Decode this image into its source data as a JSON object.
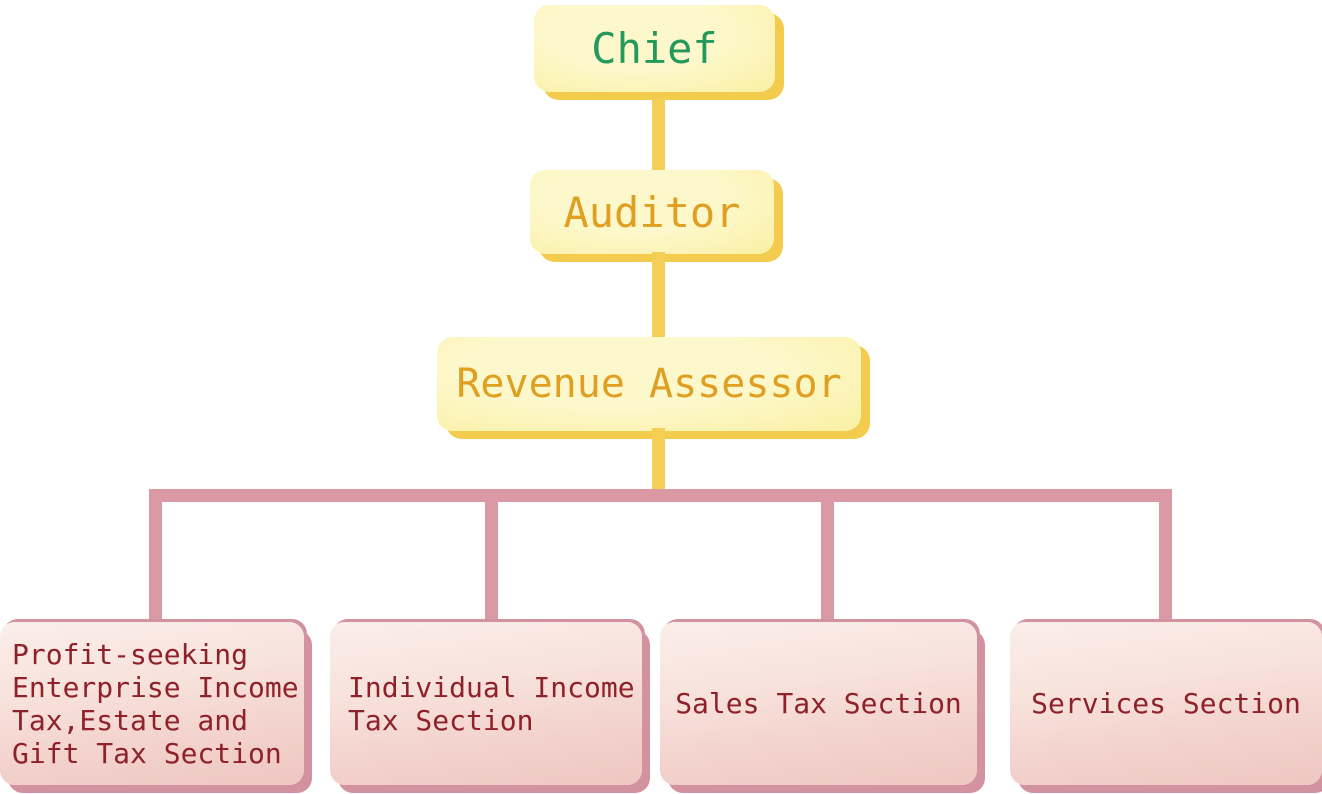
{
  "diagram": {
    "type": "organization-chart",
    "nodes": {
      "chief": {
        "label": "Chief"
      },
      "auditor": {
        "label": "Auditor"
      },
      "assessor": {
        "label": "Revenue Assessor"
      }
    },
    "sections": [
      {
        "label": "Profit-seeking\nEnterprise Income\nTax,Estate and\nGift Tax Section"
      },
      {
        "label": "Individual Income\nTax Section"
      },
      {
        "label": "Sales Tax Section"
      },
      {
        "label": "Services Section"
      }
    ],
    "palette": {
      "chief_text": "#23995c",
      "officer_text": "#dfa022",
      "section_text": "#8e2129",
      "yellow_box_fill": "#faf0a4",
      "yellow_box_shadow": "#f3cb4d",
      "yellow_connector": "#f5ce55",
      "pink_box_fill": "#f5d6d0",
      "pink_box_shadow": "#d392a0",
      "pink_connector": "#da99a4"
    }
  }
}
